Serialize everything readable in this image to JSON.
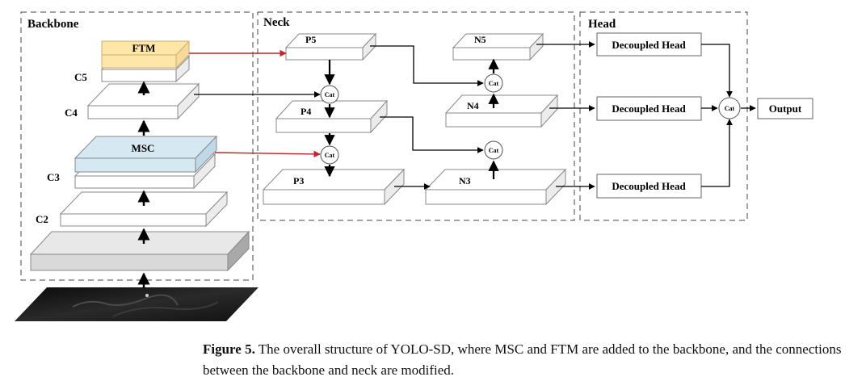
{
  "sections": {
    "backbone": "Backbone",
    "neck": "Neck",
    "head": "Head"
  },
  "backbone": {
    "ftm": "FTM",
    "msc": "MSC",
    "c5": "C5",
    "c4": "C4",
    "c3": "C3",
    "c2": "C2"
  },
  "neck": {
    "p5": "P5",
    "p4": "P4",
    "p3": "P3",
    "n5": "N5",
    "n4": "N4",
    "n3": "N3",
    "cat": "Cat"
  },
  "head": {
    "decoupled": "Decoupled Head",
    "cat": "Cat",
    "output": "Output"
  },
  "caption": {
    "label": "Figure 5.",
    "text": " The overall structure of YOLO-SD, where MSC and FTM are added to the backbone, and the connections between the backbone and neck are modified."
  },
  "colors": {
    "red_connection": "#c0262c",
    "ftm_fill": "#fde6a8",
    "msc_fill": "#d6e9f3",
    "input_fill": "#d9d9d9"
  }
}
